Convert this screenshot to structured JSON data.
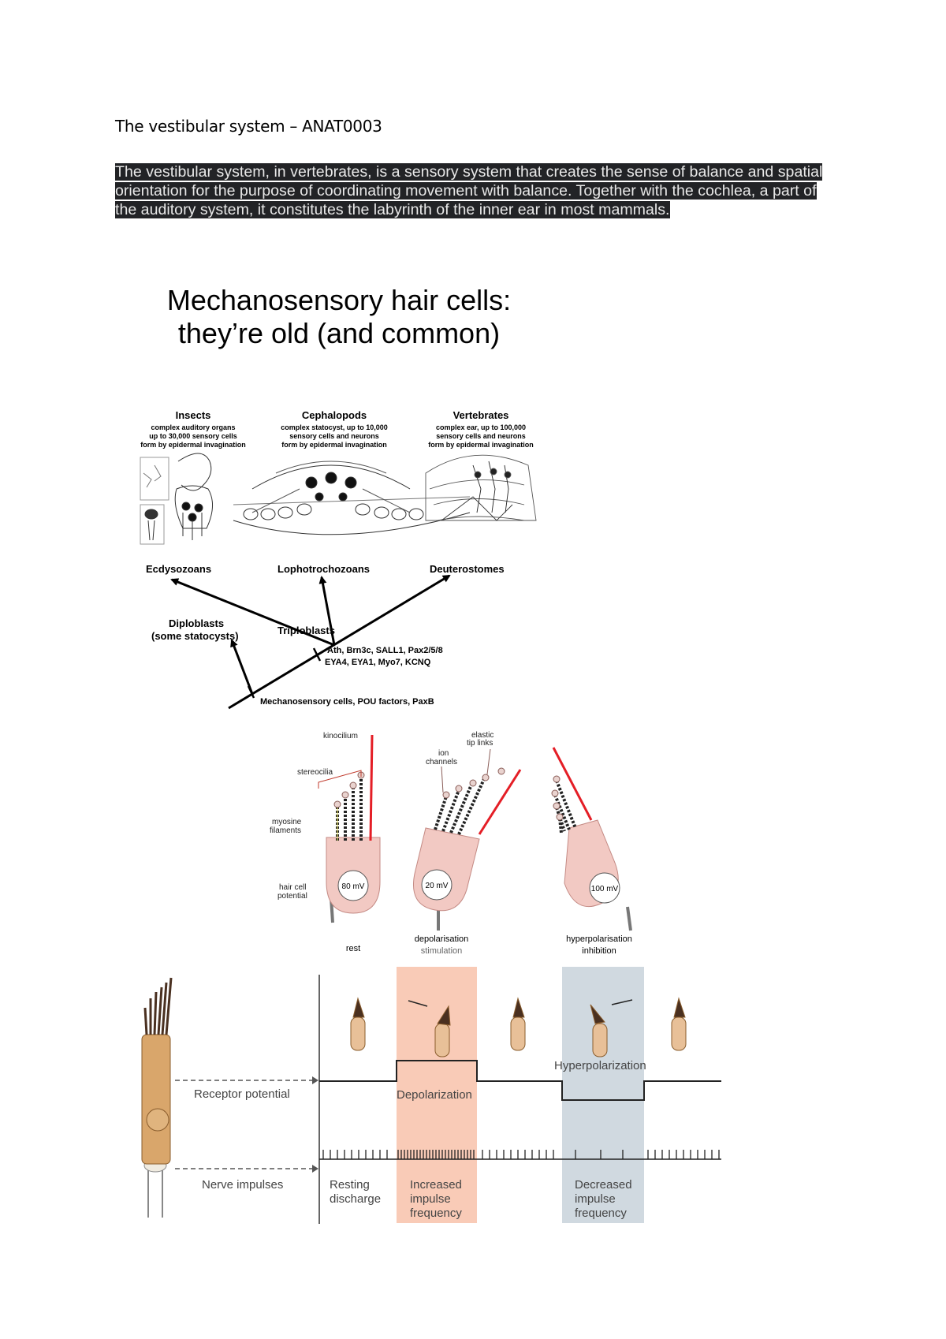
{
  "doc": {
    "title": "The vestibular system – ANAT0003",
    "intro": "The vestibular system, in vertebrates, is a sensory system that creates the sense of balance and spatial orientation for the purpose of coordinating movement with balance. Together with the cochlea, a part of the auditory system, it constitutes the labyrinth of the inner ear in most mammals."
  },
  "slide": {
    "heading_line1": "Mechanosensory hair cells:",
    "heading_line2": "they’re old (and common)"
  },
  "tree": {
    "insects": {
      "title": "Insects",
      "l1": "complex auditory organs",
      "l2": "up to 30,000 sensory cells",
      "l3": "form by epidermal invagination"
    },
    "cephalopods": {
      "title": "Cephalopods",
      "l1": "complex statocyst, up to 10,000",
      "l2": "sensory cells and neurons",
      "l3": "form by epidermal invagination"
    },
    "vertebrates": {
      "title": "Vertebrates",
      "l1": "complex ear, up to 100,000",
      "l2": "sensory cells and neurons",
      "l3": "form by epidermal invagination"
    },
    "ecdysozoans": "Ecdysozoans",
    "lophotrochozoans": "Lophotrochozoans",
    "deuterostomes": "Deuterostomes",
    "diploblasts": "Diploblasts",
    "diploblasts_sub": "(some statocysts)",
    "triploblasts": "Triploblasts",
    "genes_l1": "Ath, Brn3c, SALL1, Pax2/5/8",
    "genes_l2": "EYA4, EYA1, Myo7, KCNQ",
    "base": "Mechanosensory cells, POU factors, PaxB"
  },
  "haircell": {
    "kinocilium": "kinocilium",
    "stereocilia": "stereocilia",
    "myosine_l1": "myosine",
    "myosine_l2": "filaments",
    "potential_l1": "hair cell",
    "potential_l2": "potential",
    "ion_l1": "ion",
    "ion_l2": "channels",
    "tip_l1": "elastic",
    "tip_l2": "tip links",
    "mv_rest": "80 mV",
    "mv_depol": "20 mV",
    "mv_hyper": "100 mV",
    "rest": "rest",
    "depol_l1": "depolarisation",
    "depol_l2": "stimulation",
    "hyper_l1": "hyperpolarisation",
    "hyper_l2": "inhibition"
  },
  "impulse": {
    "receptor_potential": "Receptor potential",
    "nerve_impulses": "Nerve impulses",
    "depolarization": "Depolarization",
    "hyperpolarization": "Hyperpolarization",
    "resting_l1": "Resting",
    "resting_l2": "discharge",
    "increased_l1": "Increased",
    "increased_l2": "impulse",
    "increased_l3": "frequency",
    "decreased_l1": "Decreased",
    "decreased_l2": "impulse",
    "decreased_l3": "frequency"
  },
  "colors": {
    "highlight_bg": "#222326",
    "depol_band": "#f9cbb7",
    "hyper_band": "#d0d9e0",
    "kinocilium_red": "#e41e26",
    "cell_pink": "#f2c9c3"
  }
}
